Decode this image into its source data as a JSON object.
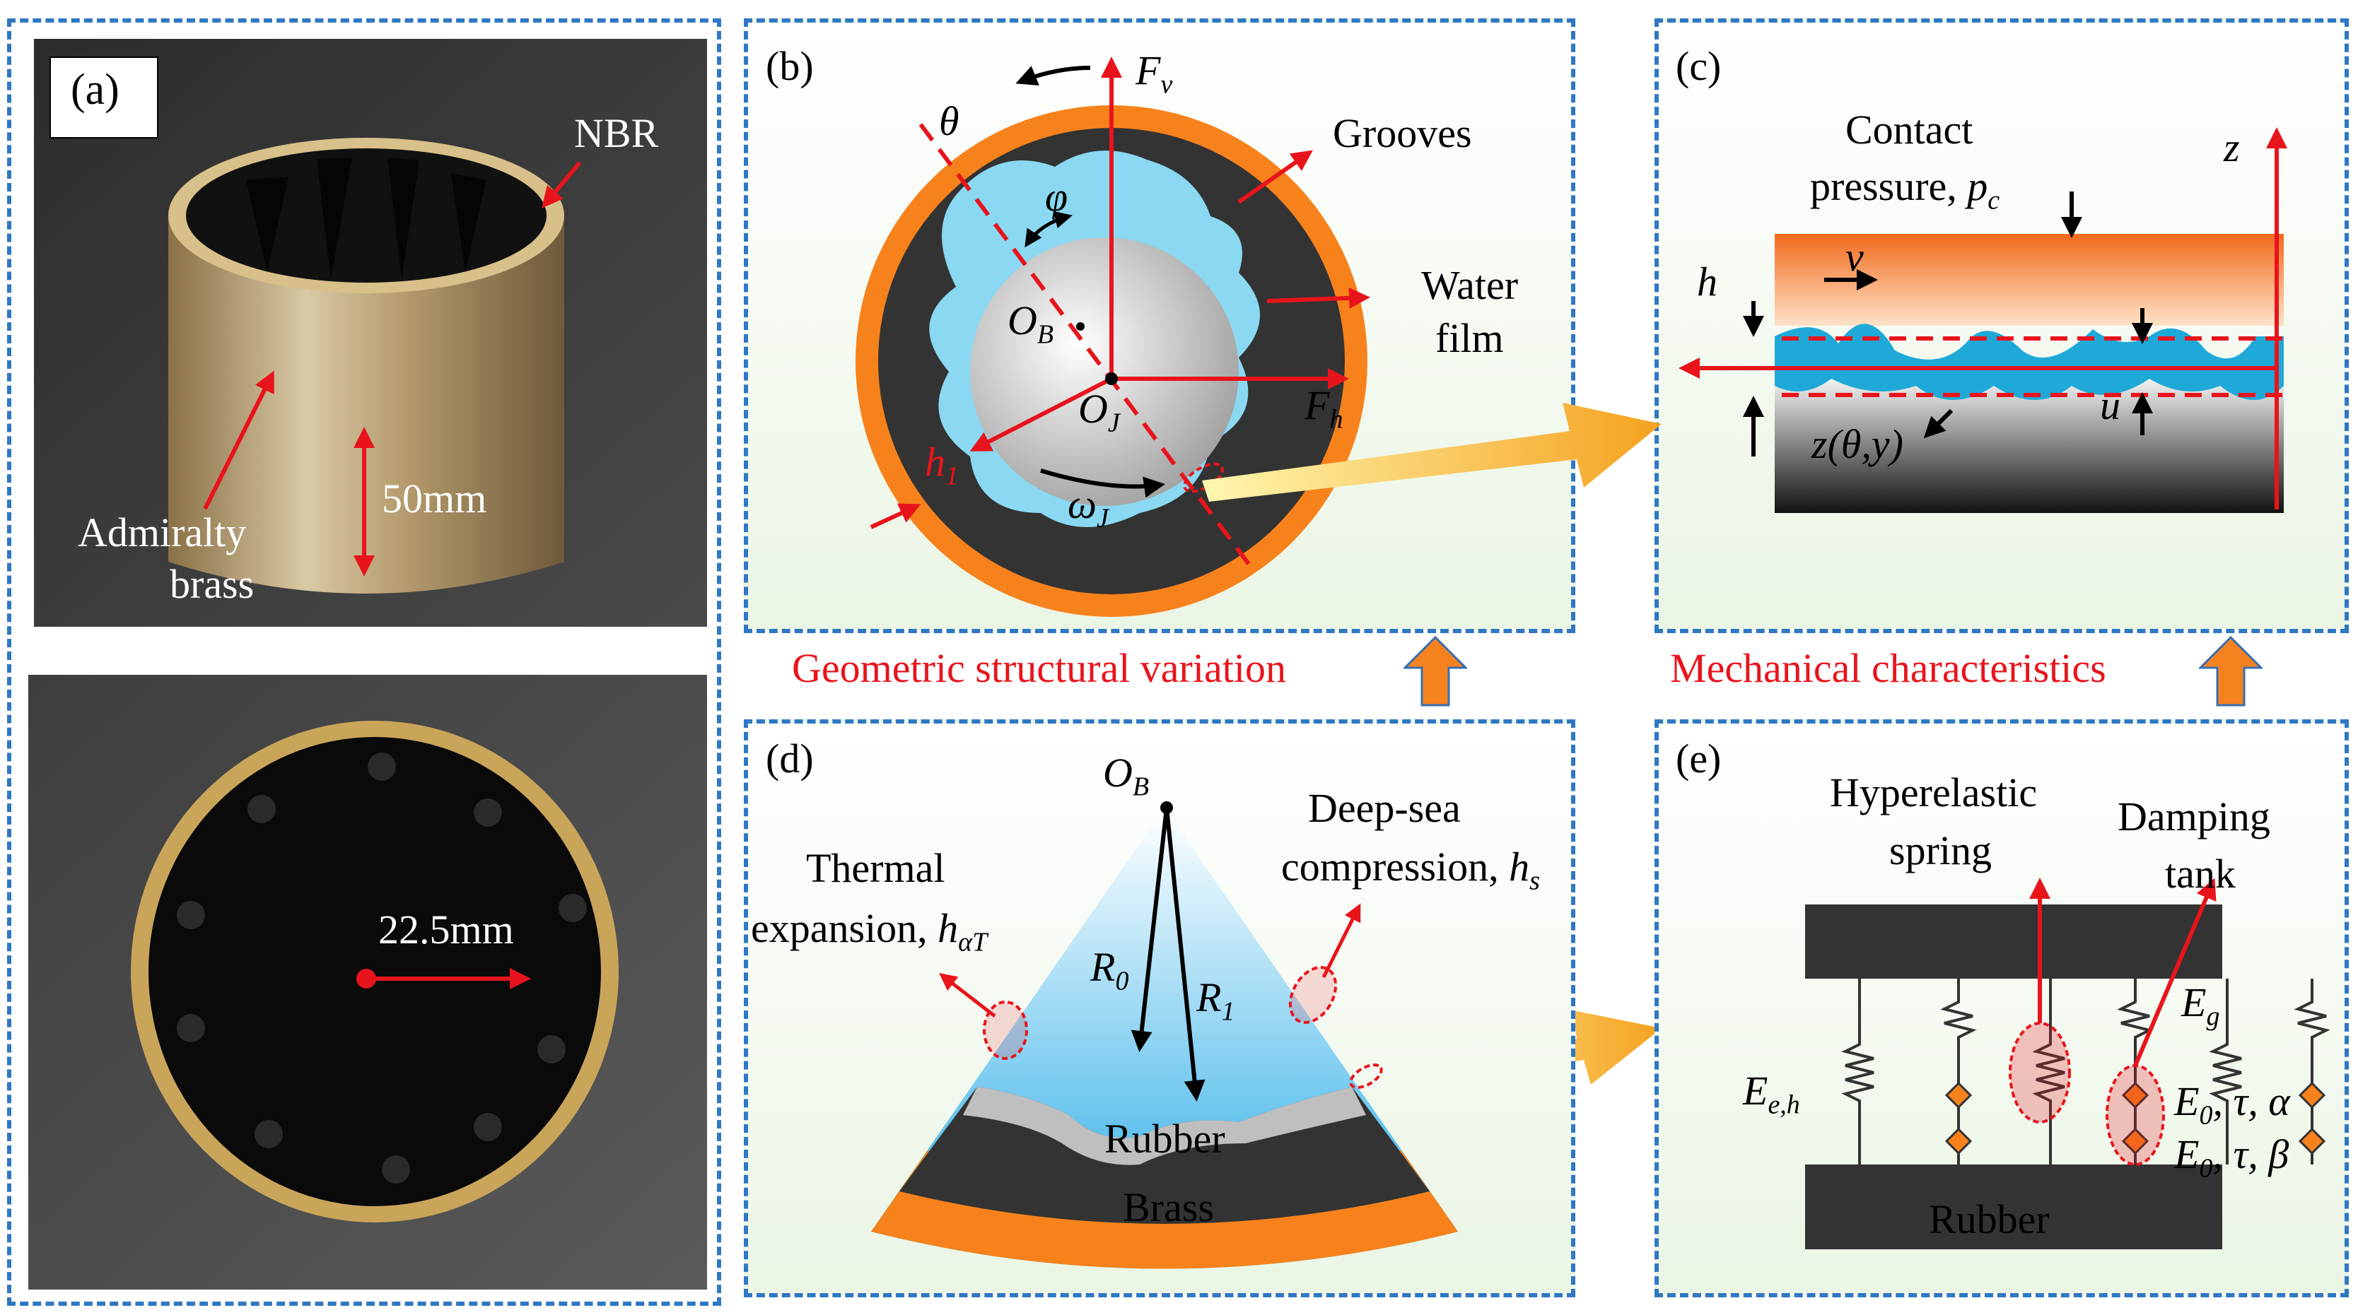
{
  "panel_a": {
    "label": "(a)",
    "nbr": "NBR",
    "length": "50mm",
    "material_line1": "Admiralty",
    "material_line2": "brass",
    "radius": "22.5mm"
  },
  "panel_b": {
    "label": "(b)",
    "theta": "θ",
    "force_v": "F",
    "force_v_sub": "v",
    "grooves": "Grooves",
    "phi": "φ",
    "water_film_1": "Water",
    "water_film_2": "film",
    "center_bearing": "O",
    "center_bearing_sub": "B",
    "center_journal": "O",
    "center_journal_sub": "J",
    "force_h": "F",
    "force_h_sub": "h",
    "h_one": "h",
    "h_one_sub": "1",
    "omega": "ω",
    "omega_sub": "J",
    "caption": "Geometric structural variation"
  },
  "panel_c": {
    "label": "(c)",
    "contact_1": "Contact",
    "contact_2": "pressure, ",
    "pc": "p",
    "pc_sub": "c",
    "z_axis": "z",
    "h": "h",
    "v": "v",
    "u": "u",
    "z_func": "z(θ,y)",
    "caption": "Mechanical characteristics"
  },
  "panel_d": {
    "label": "(d)",
    "ob": "O",
    "ob_sub": "B",
    "deep_sea_1": "Deep-sea",
    "deep_sea_2": "compression, ",
    "hs": "h",
    "hs_sub": "s",
    "thermal_1": "Thermal",
    "thermal_2": "expansion, ",
    "hat": "h",
    "hat_sub": "αT",
    "r0": "R",
    "r0_sub": "0",
    "r1": "R",
    "r1_sub": "1",
    "rubber": "Rubber",
    "brass": "Brass"
  },
  "panel_e": {
    "label": "(e)",
    "hyper_1": "Hyperelastic",
    "hyper_2": "spring",
    "damp_1": "Damping",
    "damp_2": "tank",
    "eg": "E",
    "eg_sub": "g",
    "eeh": "E",
    "eeh_sub": "e,h",
    "e0_a": "E",
    "e0_a_sub": "0",
    "e0_a_rest": ", τ, α",
    "e0_b": "E",
    "e0_b_sub": "0",
    "e0_b_rest": ", τ, β",
    "rubber": "Rubber"
  },
  "colors": {
    "frame": "#2f78c4",
    "annotation": "#e8141c",
    "brass": "#f7821c",
    "rubber": "#3a3a3a",
    "water": "#6ecff0",
    "arrow_up": "#f5821f"
  }
}
